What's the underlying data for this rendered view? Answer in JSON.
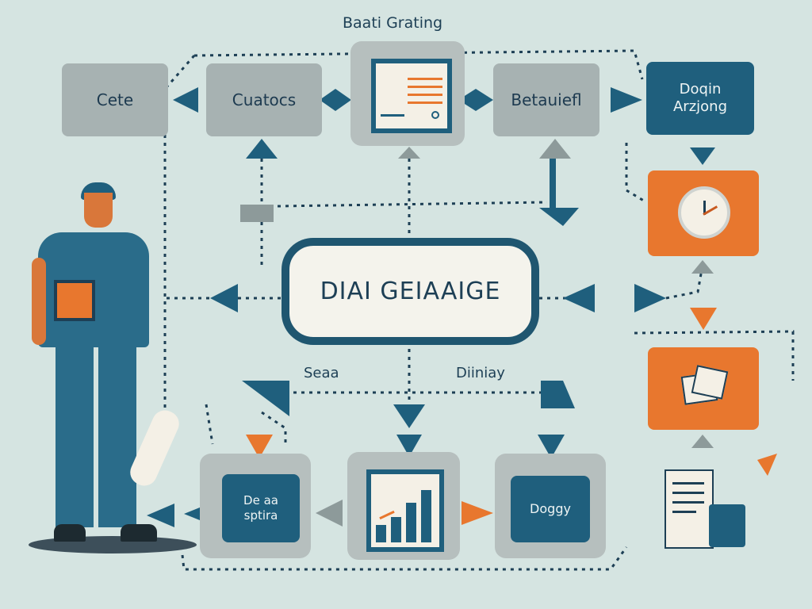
{
  "title": "Baati Grating",
  "center": "DIAI GEIAAIGE",
  "top_row": {
    "box1": "Cete",
    "box2": "Cuatocs",
    "box4": "Betauiefl",
    "box5": "Doqin Arzjong"
  },
  "labels": {
    "left_mid": "Seaa",
    "right_mid": "Diiniay"
  },
  "bottom_row": {
    "box1": "De aa sptira",
    "box3": "Doggy"
  },
  "colors": {
    "teal": "#1f5f7d",
    "gray": "#a7b2b2",
    "orange": "#e8772e",
    "background": "#d5e4e1"
  }
}
